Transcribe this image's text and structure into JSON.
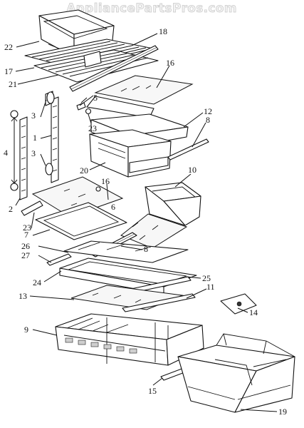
{
  "watermark": "AppliancePartsPros.com",
  "callouts": [
    {
      "id": "callout-22",
      "text": "22"
    },
    {
      "id": "callout-18",
      "text": "18"
    },
    {
      "id": "callout-17",
      "text": "17"
    },
    {
      "id": "callout-21",
      "text": "21"
    },
    {
      "id": "callout-16a",
      "text": "16"
    },
    {
      "id": "callout-5",
      "text": "5"
    },
    {
      "id": "callout-3a",
      "text": "3"
    },
    {
      "id": "callout-23a",
      "text": "23"
    },
    {
      "id": "callout-12",
      "text": "12"
    },
    {
      "id": "callout-8a",
      "text": "8"
    },
    {
      "id": "callout-1",
      "text": "1"
    },
    {
      "id": "callout-4",
      "text": "4"
    },
    {
      "id": "callout-3b",
      "text": "3"
    },
    {
      "id": "callout-20",
      "text": "20"
    },
    {
      "id": "callout-10",
      "text": "10"
    },
    {
      "id": "callout-16b",
      "text": "16"
    },
    {
      "id": "callout-6",
      "text": "6"
    },
    {
      "id": "callout-2",
      "text": "2"
    },
    {
      "id": "callout-23b",
      "text": "23"
    },
    {
      "id": "callout-7",
      "text": "7"
    },
    {
      "id": "callout-26",
      "text": "26"
    },
    {
      "id": "callout-8b",
      "text": "8"
    },
    {
      "id": "callout-27",
      "text": "27"
    },
    {
      "id": "callout-24",
      "text": "24"
    },
    {
      "id": "callout-25",
      "text": "25"
    },
    {
      "id": "callout-13",
      "text": "13"
    },
    {
      "id": "callout-11",
      "text": "11"
    },
    {
      "id": "callout-14",
      "text": "14"
    },
    {
      "id": "callout-9",
      "text": "9"
    },
    {
      "id": "callout-15",
      "text": "15"
    },
    {
      "id": "callout-19",
      "text": "19"
    }
  ]
}
